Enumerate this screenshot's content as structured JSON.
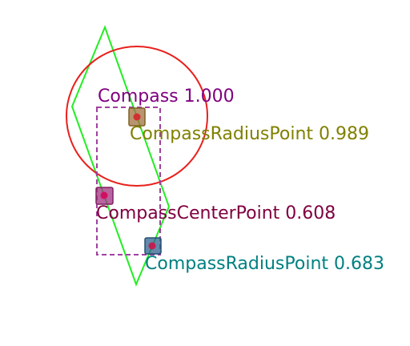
{
  "shapes": {
    "circle_color": "#e8201c",
    "rhombus_color": "#22ee22",
    "bbox_color": "#a040a0"
  },
  "detections": [
    {
      "label": "Compass 1.000",
      "color": "#800080"
    },
    {
      "label": "CompassRadiusPoint 0.989",
      "color": "#808000",
      "box_fill": "#a07040",
      "dot": "#d03030"
    },
    {
      "label": "CompassCenterPoint 0.608",
      "color": "#800040",
      "box_fill": "#a03080",
      "dot": "#d01060"
    },
    {
      "label": "CompassRadiusPoint 0.683",
      "color": "#008080",
      "box_fill": "#306090",
      "dot": "#c02050"
    }
  ]
}
